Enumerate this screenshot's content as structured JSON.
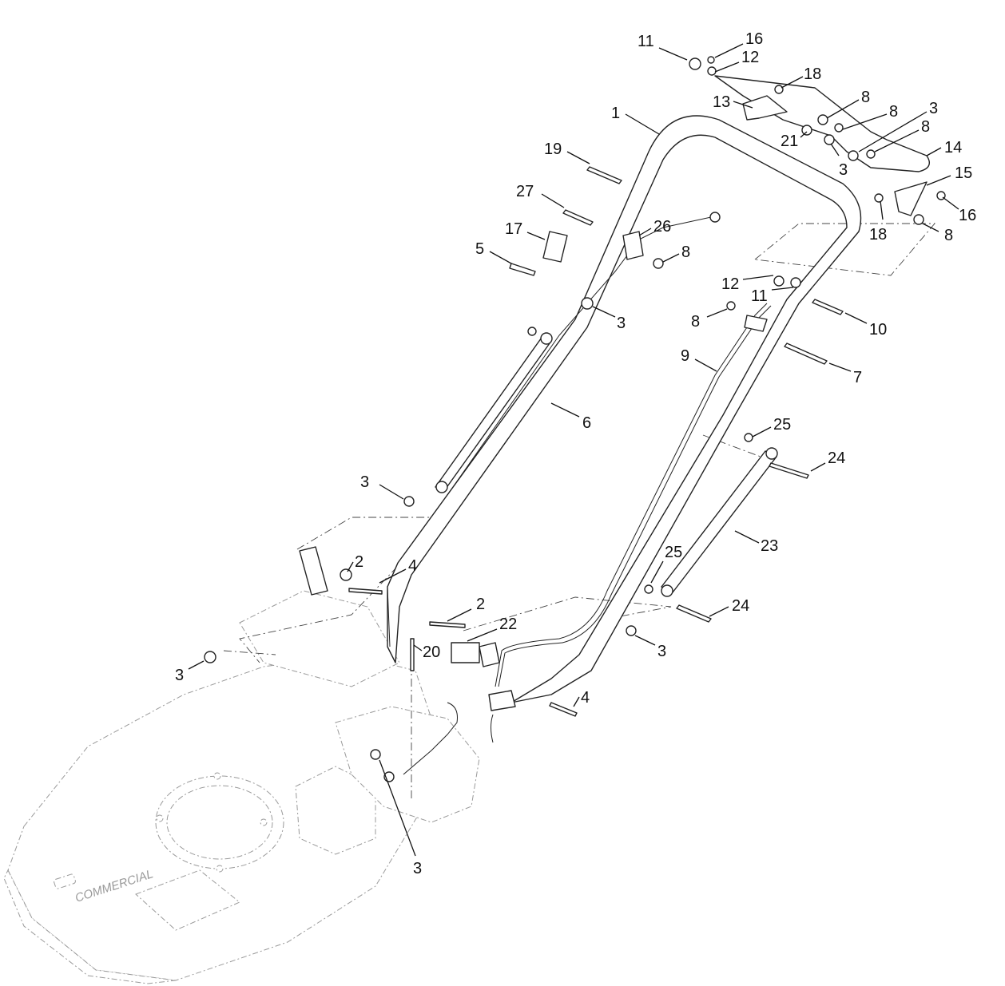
{
  "callouts": [
    {
      "label": "11"
    },
    {
      "label": "16"
    },
    {
      "label": "12"
    },
    {
      "label": "18"
    },
    {
      "label": "13"
    },
    {
      "label": "8"
    },
    {
      "label": "1"
    },
    {
      "label": "8"
    },
    {
      "label": "3"
    },
    {
      "label": "8"
    },
    {
      "label": "21"
    },
    {
      "label": "14"
    },
    {
      "label": "3"
    },
    {
      "label": "15"
    },
    {
      "label": "19"
    },
    {
      "label": "16"
    },
    {
      "label": "27"
    },
    {
      "label": "18"
    },
    {
      "label": "8"
    },
    {
      "label": "17"
    },
    {
      "label": "26"
    },
    {
      "label": "5"
    },
    {
      "label": "8"
    },
    {
      "label": "12"
    },
    {
      "label": "11"
    },
    {
      "label": "8"
    },
    {
      "label": "3"
    },
    {
      "label": "10"
    },
    {
      "label": "9"
    },
    {
      "label": "7"
    },
    {
      "label": "6"
    },
    {
      "label": "25"
    },
    {
      "label": "24"
    },
    {
      "label": "3"
    },
    {
      "label": "2"
    },
    {
      "label": "4"
    },
    {
      "label": "25"
    },
    {
      "label": "23"
    },
    {
      "label": "2"
    },
    {
      "label": "22"
    },
    {
      "label": "24"
    },
    {
      "label": "20"
    },
    {
      "label": "3"
    },
    {
      "label": "3"
    },
    {
      "label": "4"
    },
    {
      "label": "3"
    }
  ],
  "deck_brand_text": "COMMERCIAL"
}
